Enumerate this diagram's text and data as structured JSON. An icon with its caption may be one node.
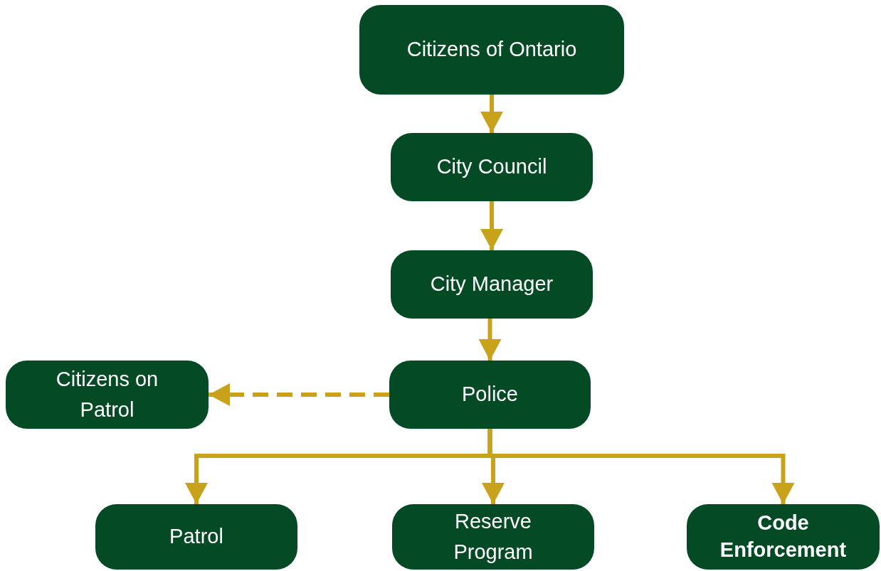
{
  "diagram": {
    "nodes": [
      {
        "text": [
          "Citizens of Ontario"
        ]
      },
      {
        "text": [
          "City Council"
        ]
      },
      {
        "text": [
          "City Manager"
        ]
      },
      {
        "text": [
          "Police"
        ]
      },
      {
        "text": [
          "Citizens on Patrol"
        ]
      },
      {
        "text": [
          "Patrol"
        ]
      },
      {
        "text": [
          "Reserve Program"
        ]
      },
      {
        "text": [
          "Code Enforcement"
        ]
      }
    ],
    "edges": [
      {
        "from": 0,
        "to": 1,
        "arrow": "to"
      },
      {
        "from": 1,
        "to": 2,
        "arrow": "to"
      },
      {
        "from": 2,
        "to": 3,
        "arrow": "to"
      },
      {
        "from": 3,
        "to": 4,
        "arrow": "to",
        "style": "dashed"
      },
      {
        "from": 3,
        "to": 5,
        "arrow": "to"
      },
      {
        "from": 3,
        "to": 6,
        "arrow": "to"
      },
      {
        "from": 3,
        "to": 7,
        "arrow": "to"
      }
    ]
  }
}
